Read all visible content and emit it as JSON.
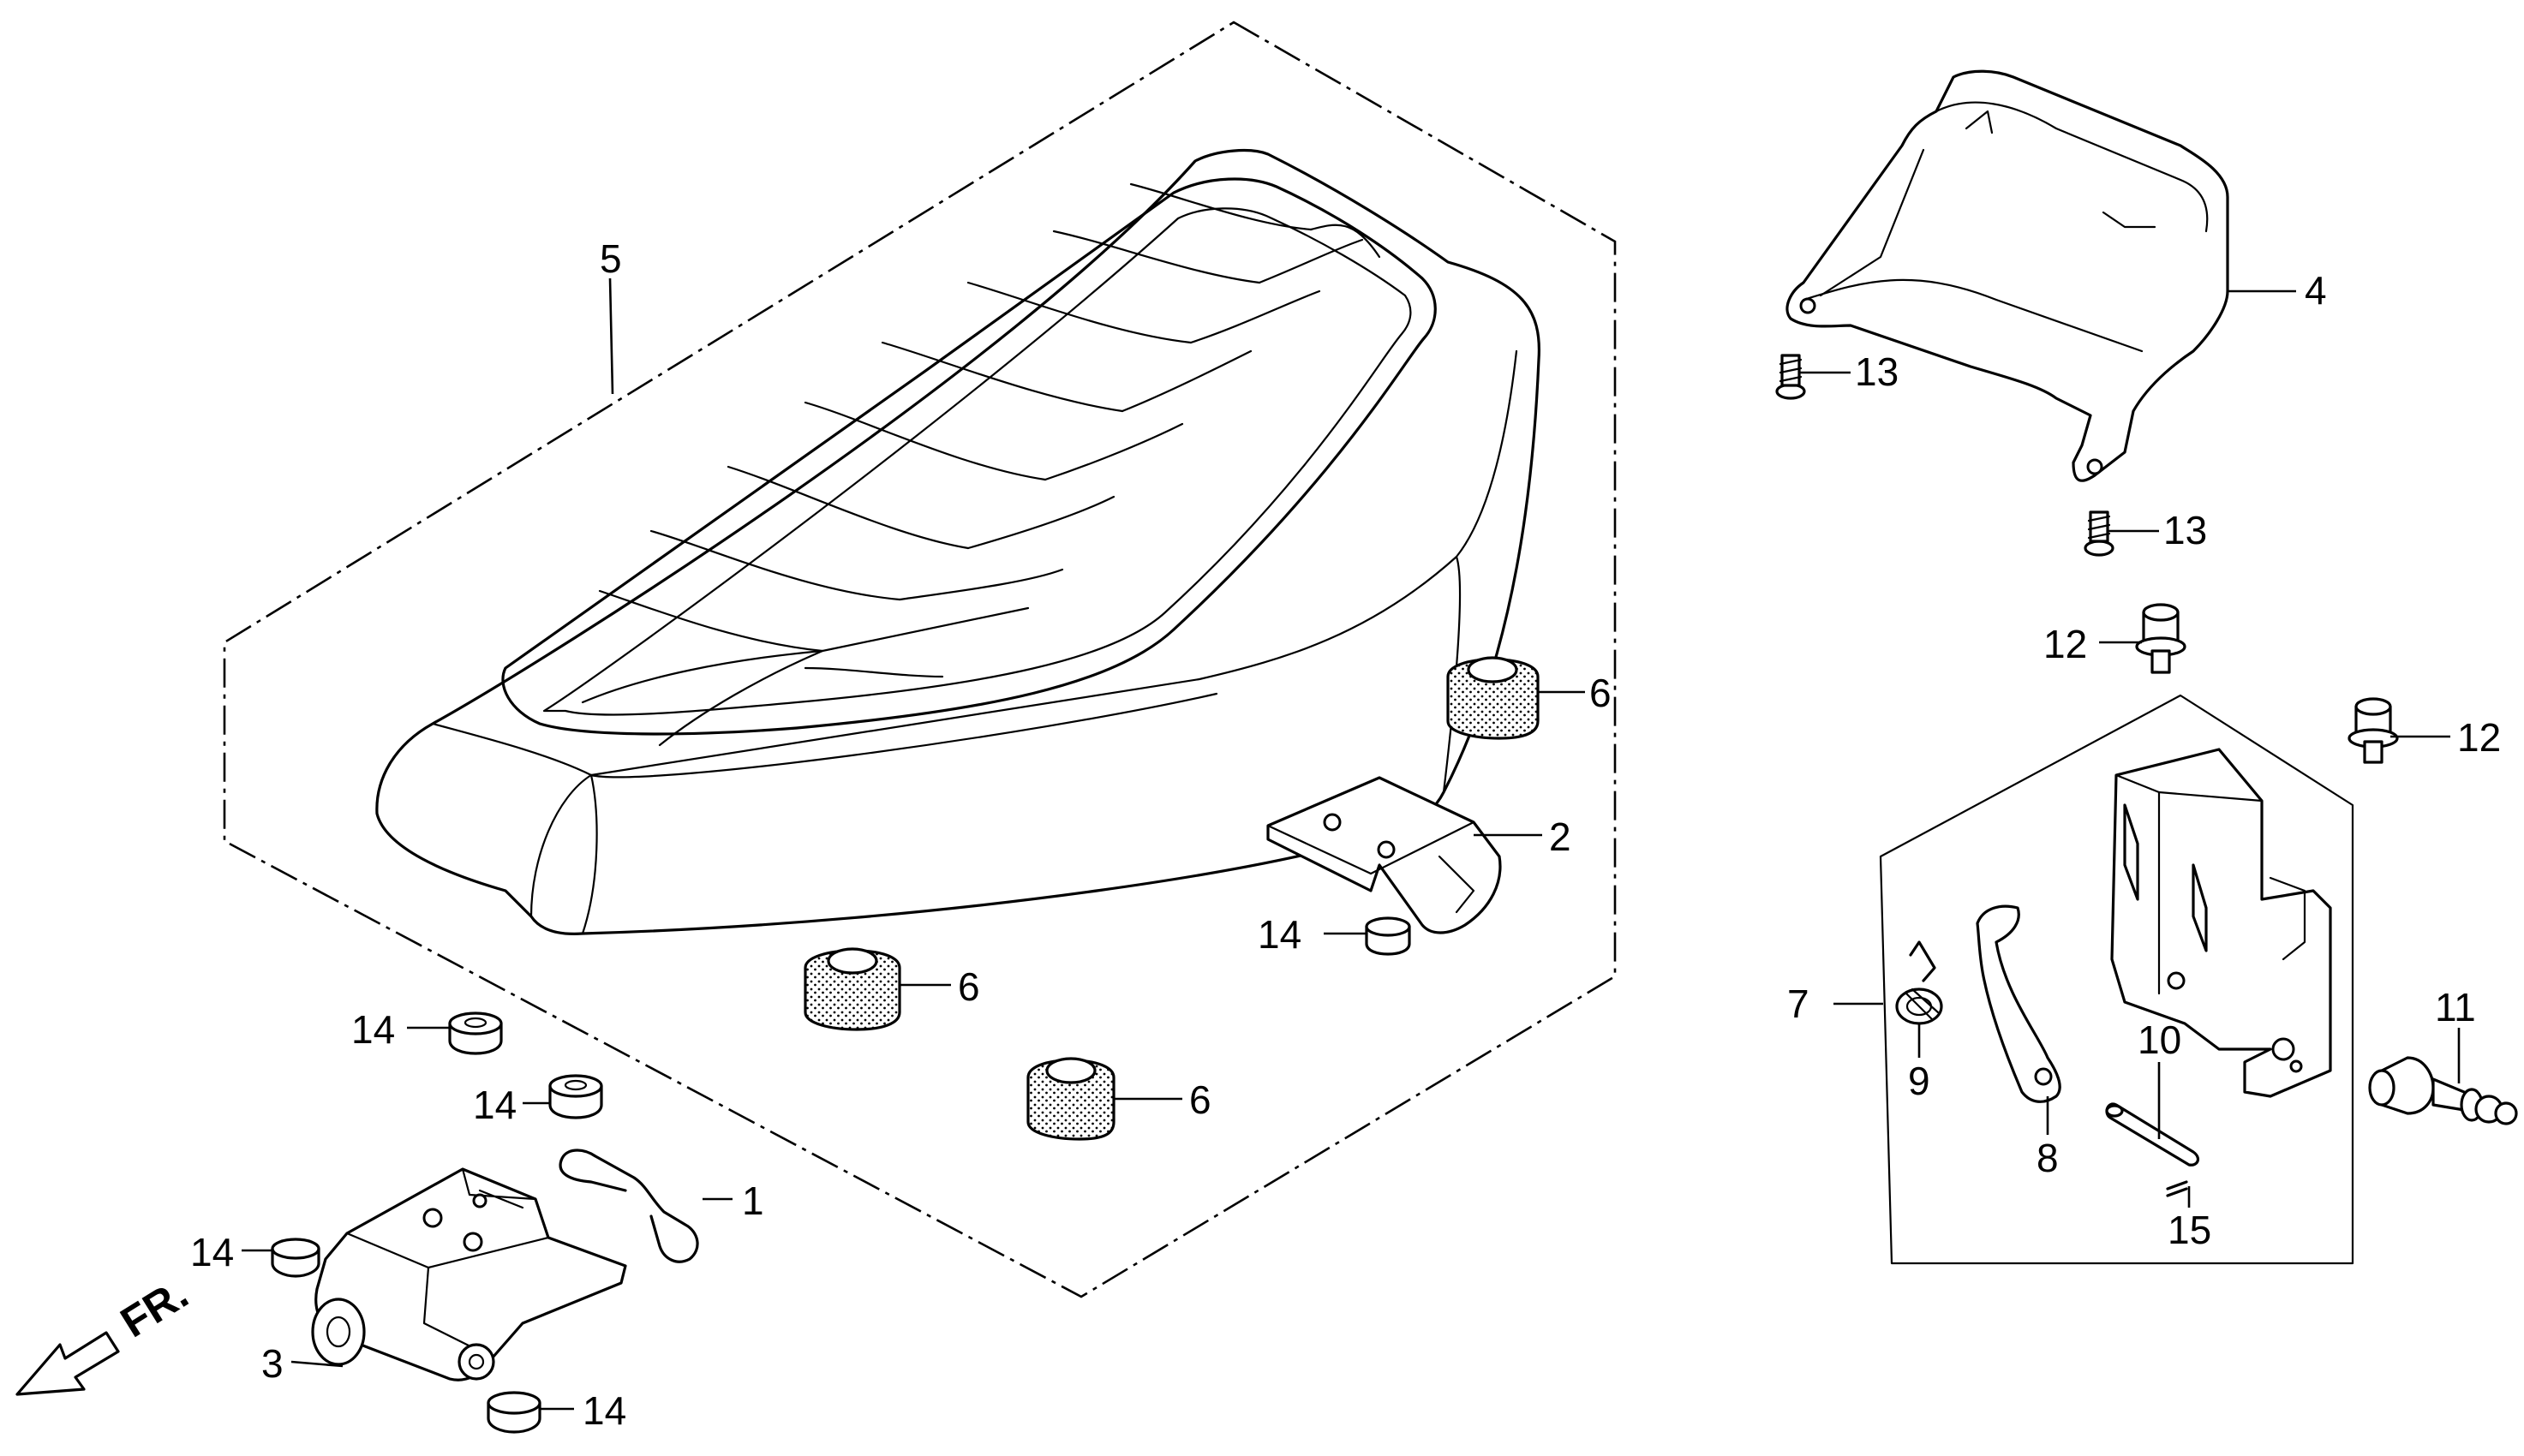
{
  "diagram": {
    "direction_label": "FR.",
    "callouts": {
      "c1": "1",
      "c2": "2",
      "c3": "3",
      "c4": "4",
      "c5": "5",
      "c6a": "6",
      "c6b": "6",
      "c6c": "6",
      "c7": "7",
      "c8": "8",
      "c9": "9",
      "c10": "10",
      "c11": "11",
      "c12a": "12",
      "c12b": "12",
      "c13a": "13",
      "c13b": "13",
      "c14a": "14",
      "c14b": "14",
      "c14c": "14",
      "c14d": "14",
      "c14e": "14",
      "c15": "15"
    }
  }
}
